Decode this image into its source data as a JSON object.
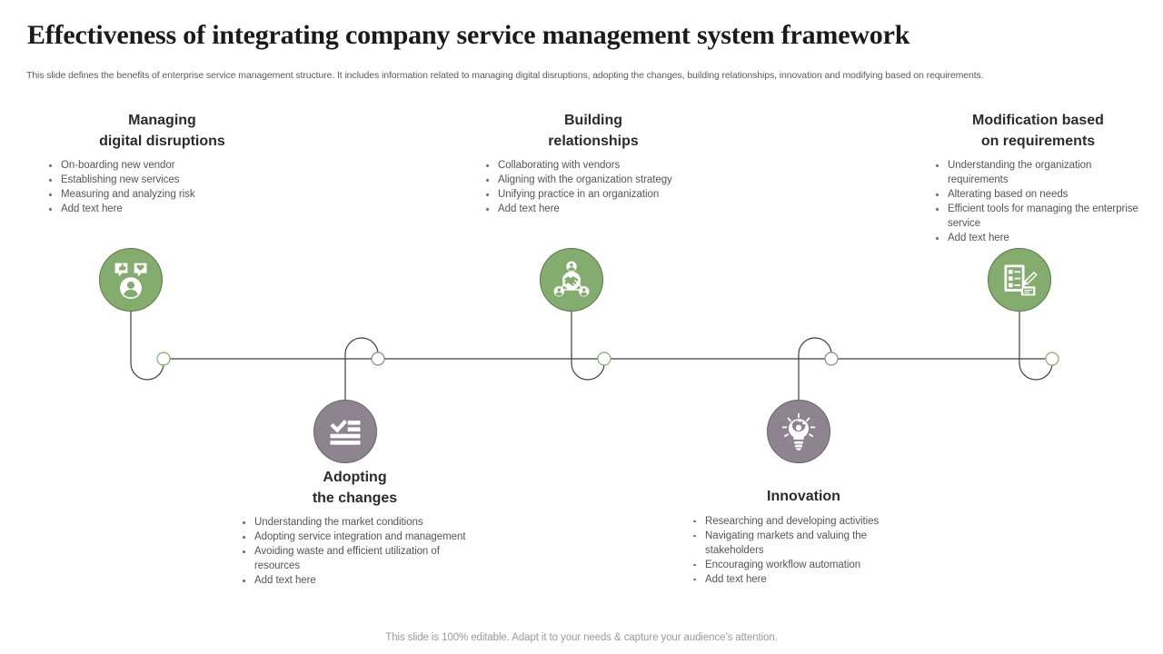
{
  "header": {
    "title": "Effectiveness of integrating company service management system framework",
    "subtitle": "This slide defines the benefits of enterprise service management structure. It includes information related to managing digital disruptions, adopting the changes, building relationships, innovation and  modifying based on requirements."
  },
  "footer": {
    "note": "This slide is 100% editable. Adapt it to your needs & capture your audience’s attention."
  },
  "colors": {
    "green": "#84ac6e",
    "green_border": "#5b7a4a",
    "purple": "#8e8490",
    "purple_border": "#6b636e",
    "timeline": "#3f3f3f",
    "title_text": "#1a1a1a",
    "body_text": "#555555",
    "footer_text": "#9a9a9a"
  },
  "blocks": [
    {
      "key": "managing",
      "title": "Managing\ndigital disruptions",
      "icon": "person-feedback-icon",
      "accent": "green",
      "position": "top",
      "bullets": [
        "On-boarding  new vendor",
        "Establishing new  services",
        "Measuring  and analyzing  risk",
        "Add text here"
      ]
    },
    {
      "key": "adopting",
      "title": "Adopting\nthe changes",
      "icon": "checklist-icon",
      "accent": "purple",
      "position": "bottom",
      "bullets": [
        "Understanding  the market conditions",
        "Adopting service  integration and management",
        "Avoiding  waste and efficient utilization of resources",
        "Add text here"
      ]
    },
    {
      "key": "building",
      "title": "Building\nrelationships",
      "icon": "handshake-network-icon",
      "accent": "green",
      "position": "top",
      "bullets": [
        "Collaborating  with vendors",
        "Aligning  with the organization strategy",
        "Unifying  practice in an organization",
        "Add text here"
      ]
    },
    {
      "key": "innovation",
      "title": "Innovation",
      "icon": "lightbulb-gear-icon",
      "accent": "purple",
      "position": "bottom",
      "bullets": [
        "Researching  and developing  activities",
        "Navigating  markets and valuing  the stakeholders",
        "Encouraging  workflow automation",
        "Add text here"
      ]
    },
    {
      "key": "modification",
      "title": "Modification based\non requirements",
      "icon": "clipboard-pencil-icon",
      "accent": "green",
      "position": "top",
      "bullets": [
        "Understanding  the organization requirements",
        "Alterating  based on  needs",
        "Efficient tools for  managing the enterprise  service",
        "Add text here"
      ]
    }
  ]
}
